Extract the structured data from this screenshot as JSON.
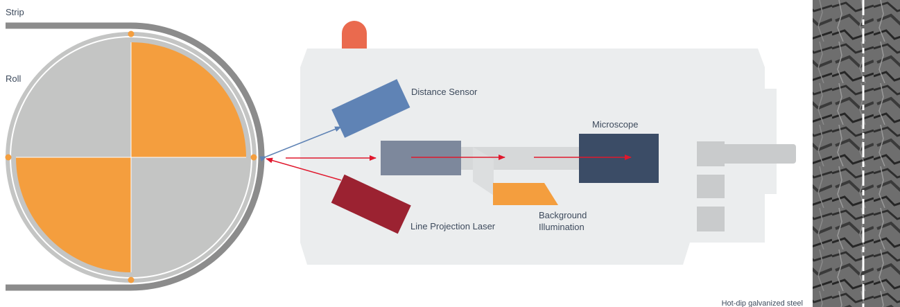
{
  "labels": {
    "strip": "Strip",
    "roll": "Roll",
    "distance_sensor": "Distance Sensor",
    "microscope": "Microscope",
    "line_laser": "Line Projection Laser",
    "background_line1": "Background",
    "background_line2": "Illumination",
    "caption": "Hot-dip galvanized steel"
  },
  "colors": {
    "orange": "#f49e3e",
    "grey": "#c4c5c4",
    "strip": "#8c8c8c",
    "housing": "#ebedee",
    "sensor_blue": "#5f83b5",
    "laser_red": "#9b2231",
    "microscope": "#3b4c66",
    "beam_red": "#e0182d",
    "indicator": "#ea6a4e"
  }
}
